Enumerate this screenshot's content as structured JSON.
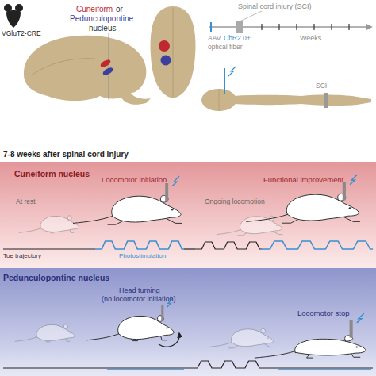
{
  "diagram": {
    "nodes": [
      {
        "text": [
          "Cuneiform nucleus"
        ]
      },
      {
        "text": [
          "Pedunculopontine nucleus"
        ]
      }
    ],
    "labels": [
      "VGluT2-CRE",
      "Cuneiform",
      "or",
      "Pedunculopontine",
      "nucleus",
      "Spinal cord injury (SCI)",
      "AAV",
      "ChR2.0",
      "+",
      "optical fiber",
      "Weeks",
      "SCI",
      "7-8 weeks after spinal cord injury",
      "Locomotor initiation",
      "Functional improvement",
      "At rest",
      "Ongoing locomotion",
      "Toe trajectory",
      "Photostimulation",
      "Head turning",
      "(no locomotor initiation)",
      "Locomotor stop"
    ]
  }
}
